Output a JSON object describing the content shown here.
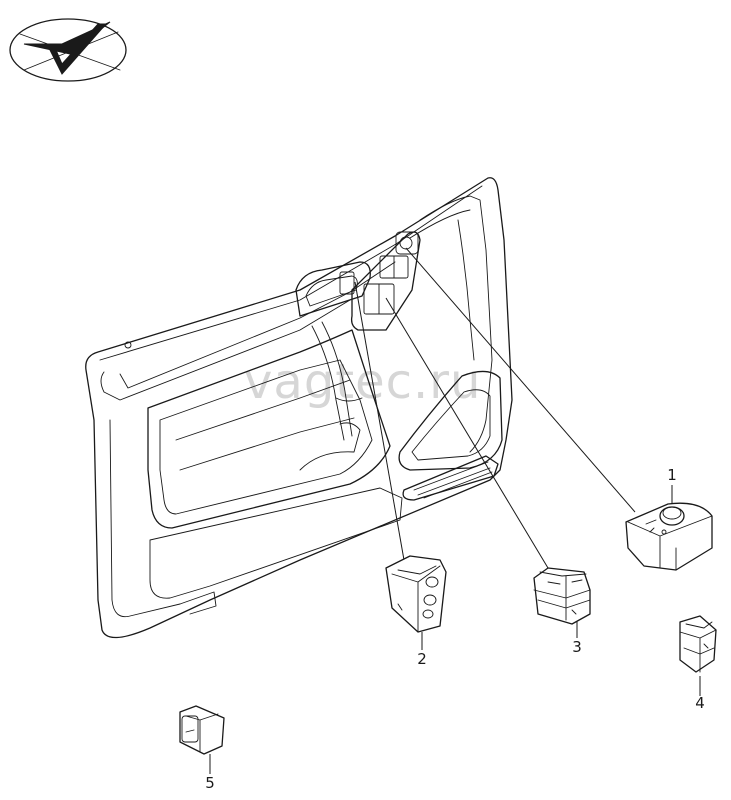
{
  "watermark": "vagtec.ru",
  "callouts": [
    {
      "id": "1",
      "label": "1"
    },
    {
      "id": "2",
      "label": "2"
    },
    {
      "id": "3",
      "label": "3"
    },
    {
      "id": "4",
      "label": "4"
    },
    {
      "id": "5",
      "label": "5"
    }
  ]
}
